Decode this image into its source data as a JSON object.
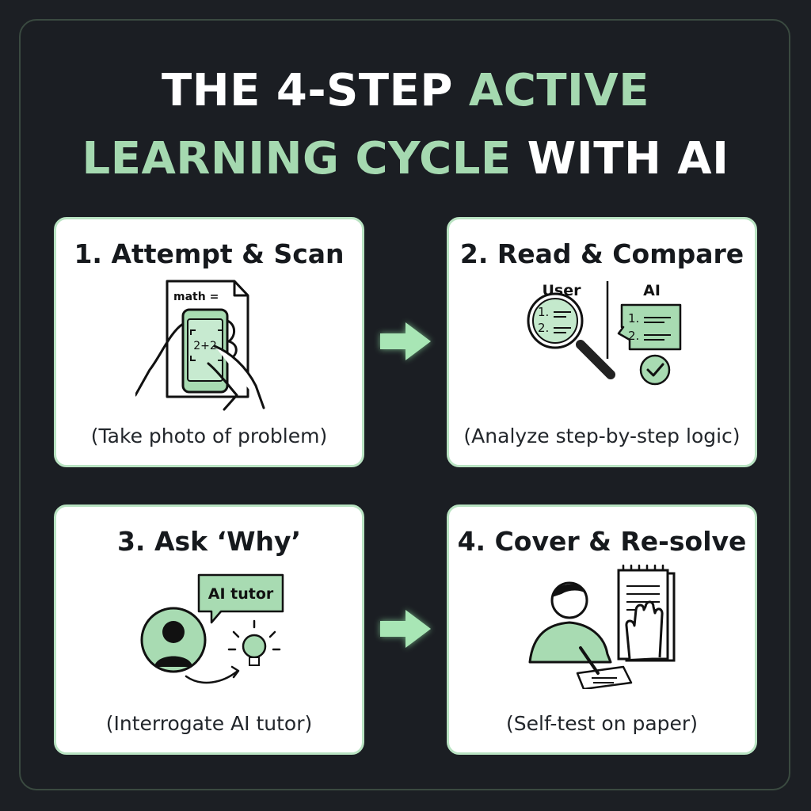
{
  "title": {
    "part1": "THE 4-STEP ",
    "part2": "ACTIVE",
    "part3": "LEARNING CYCLE",
    "part4": " WITH AI"
  },
  "colors": {
    "background": "#1b1e23",
    "accent_green": "#a5d9b0",
    "card_border": "#b9e3c2",
    "illustration_fill": "#a8dbb2",
    "ink": "#16191d"
  },
  "steps": [
    {
      "heading": "1. Attempt & Scan",
      "caption": "(Take photo of problem)",
      "illustration": {
        "paper_text": "math =",
        "screen_text": "2+2",
        "icons": [
          "paper-icon",
          "phone-icon",
          "hand-icon"
        ]
      }
    },
    {
      "heading": "2. Read & Compare",
      "caption": "(Analyze step-by-step logic)",
      "illustration": {
        "user_label": "User",
        "ai_label": "AI",
        "list_1": "1.",
        "list_2": "2.",
        "icons": [
          "magnifier-icon",
          "chat-bubble-icon",
          "checkmark-icon"
        ]
      }
    },
    {
      "heading": "3. Ask ‘Why’",
      "caption": "(Interrogate AI tutor)",
      "illustration": {
        "bubble_text": "AI tutor",
        "icons": [
          "person-avatar-icon",
          "speech-bubble-icon",
          "lightbulb-icon",
          "curved-arrow-icon"
        ]
      }
    },
    {
      "heading": "4. Cover & Re-solve",
      "caption": "(Self-test on paper)",
      "illustration": {
        "icons": [
          "student-writing-icon",
          "notepad-icon",
          "hand-icon"
        ]
      }
    }
  ],
  "arrows": [
    "right-arrow-icon",
    "right-arrow-icon"
  ]
}
